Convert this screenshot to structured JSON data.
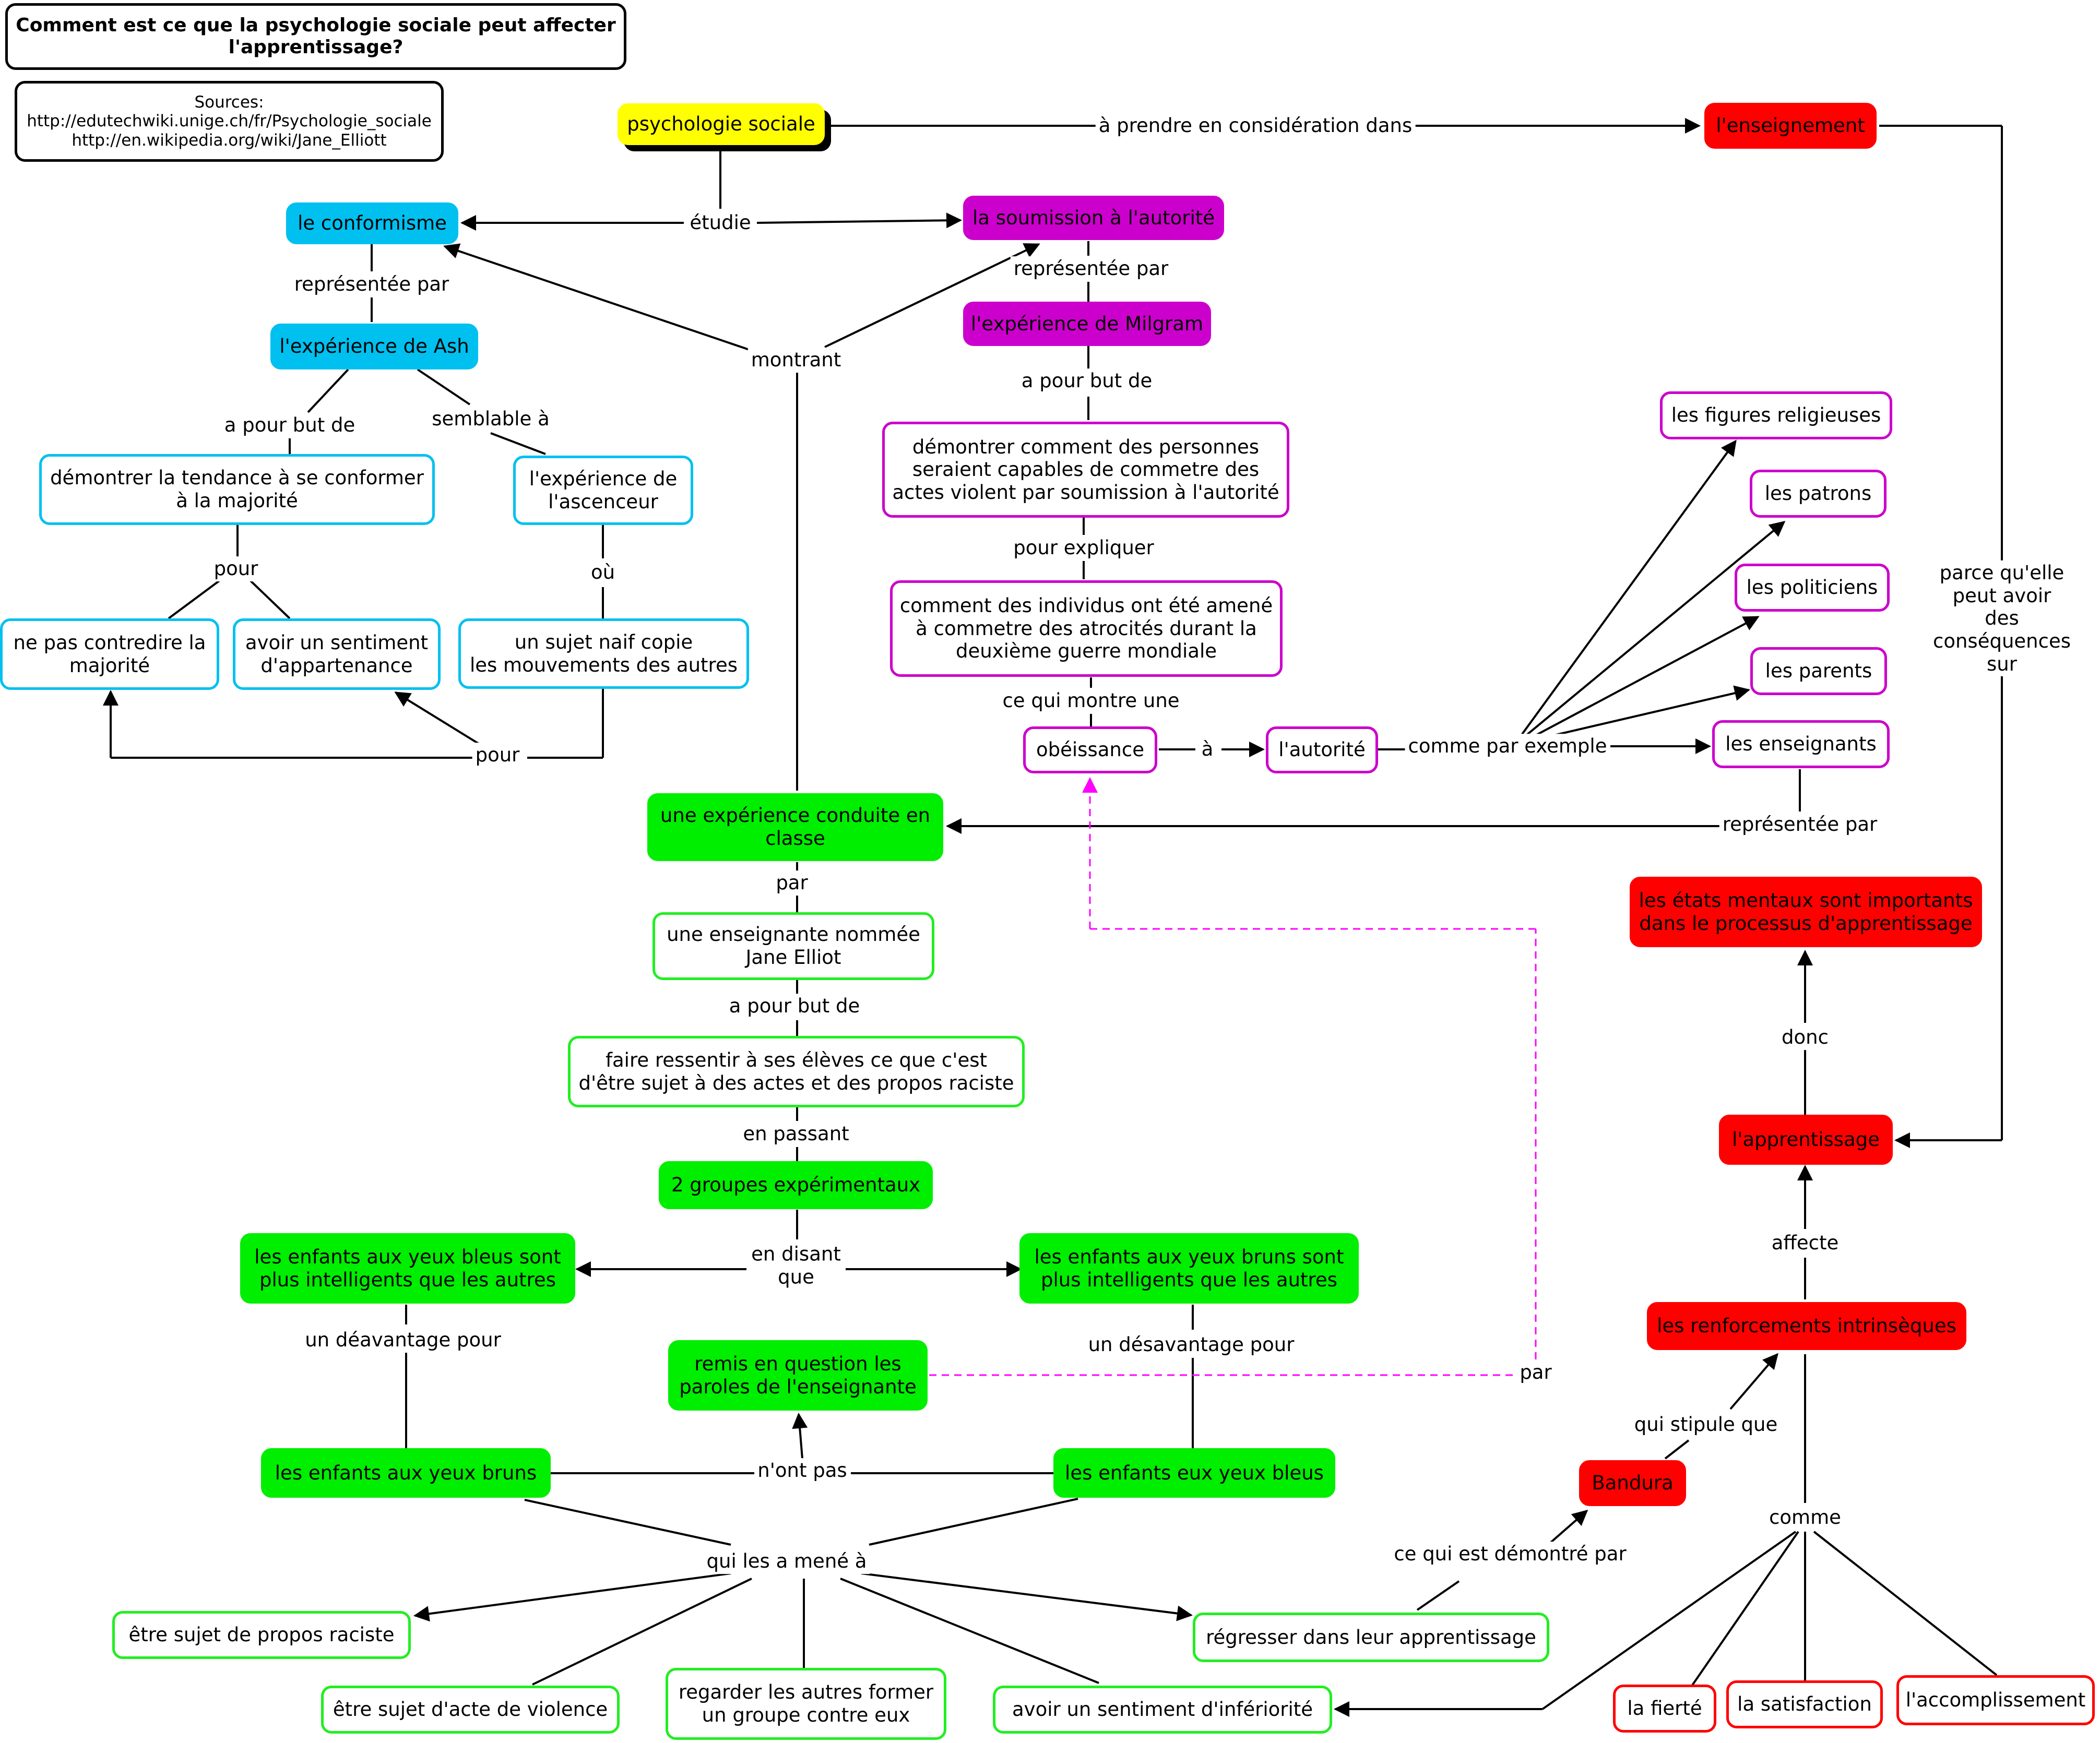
{
  "title": "Comment est ce que la psychologie sociale peut affecter\nl'apprentissage?",
  "sources": "Sources:\nhttp://edutechwiki.unige.ch/fr/Psychologie_sociale\nhttp://en.wikipedia.org/wiki/Jane_Elliott",
  "colors": {
    "yellow": "#ffff00",
    "blue": "#00c0f0",
    "magenta": "#cc00cc",
    "red": "#ff0000",
    "green": "#00ee00",
    "dashed_link": "#ff00ff"
  },
  "nodes": {
    "psychologie_sociale": "psychologie sociale",
    "enseignement": "l'enseignement",
    "conformisme": "le conformisme",
    "soumission": "la soumission à l'autorité",
    "experience_ash": "l'expérience de Ash",
    "experience_milgram": "l'expérience de Milgram",
    "tendance": "démontrer la tendance à se conformer\nà la majorité",
    "ascenseur": "l'expérience de\nl'ascenceur",
    "contredire": "ne pas contredire la\nmajorité",
    "appartenance": "avoir un sentiment\nd'appartenance",
    "sujet_naif": "un sujet naif copie\nles mouvements des autres",
    "demontrer_milgram": "démontrer comment des personnes\nseraient capables de commetre des\nactes violent par soumission à l'autorité",
    "atrocites": "comment des individus ont été amené\nà commetre des atrocités durant la\ndeuxième guerre mondiale",
    "obeissance": "obéissance",
    "autorite": "l'autorité",
    "religieuses": "les figures religieuses",
    "patrons": "les patrons",
    "politiciens": "les politiciens",
    "parents": "les parents",
    "enseignants": "les enseignants",
    "experience_classe": "une expérience conduite en\nclasse",
    "jane_elliot": "une enseignante nommée\nJane Elliot",
    "ressentir": "faire ressentir à ses élèves ce que c'est\nd'être sujet à des actes et des propos raciste",
    "deux_groupes": "2 groupes expérimentaux",
    "yeux_bleus_intel": "les enfants aux yeux bleus sont\nplus intelligents que les autres",
    "yeux_bruns_intel": "les enfants aux yeux bruns sont\nplus intelligents que les autres",
    "remis_question": "remis en question les\nparoles de l'enseignante",
    "enfants_bruns": "les enfants aux yeux bruns",
    "enfants_bleus": "les enfants eux yeux bleus",
    "propos_raciste": "être sujet de propos raciste",
    "acte_violence": "être sujet d'acte de violence",
    "groupe_contre": "regarder les autres former\nun groupe contre eux",
    "inferiorite": "avoir un sentiment d'infériorité",
    "regresser": "régresser dans leur apprentissage",
    "etats_mentaux": "les états mentaux sont importants\ndans le processus d'apprentissage",
    "apprentissage": "l'apprentissage",
    "renforcements": "les renforcements intrinsèques",
    "bandura": "Bandura",
    "fierte": "la fierté",
    "satisfaction": "la satisfaction",
    "accomplissement": "l'accomplissement"
  },
  "links": {
    "a_prendre": "à prendre en considération dans",
    "etudie": "étudie",
    "represente_ash": "représentée par",
    "represente_milgram": "représentée par",
    "montrant": "montrant",
    "but_ash": "a pour but de",
    "semblable": "semblable à",
    "but_milgram": "a pour but de",
    "pour_1": "pour",
    "ou": "où",
    "pour_2": "pour",
    "pour_expliquer": "pour expliquer",
    "ce_qui_montre": "ce qui  montre une",
    "a": "à",
    "comme_exemple": "comme par exemple",
    "represente_classe": "représentée par",
    "parce_que": "parce qu'elle\npeut avoir des\nconséquences\nsur",
    "par_1": "par",
    "but_jane": "a pour but de",
    "en_passant": "en passant",
    "en_disant": "en disant\nque",
    "desavantage_bleus": "un déavantage pour",
    "desavantage_bruns": "un désavantage pour",
    "nont_pas": "n'ont pas",
    "par_2": "par",
    "mene_a": "qui les a mené à",
    "demontre_par": "ce qui est démontré par",
    "stipule": "qui stipule que",
    "donc": "donc",
    "affecte": "affecte",
    "comme": "comme"
  }
}
